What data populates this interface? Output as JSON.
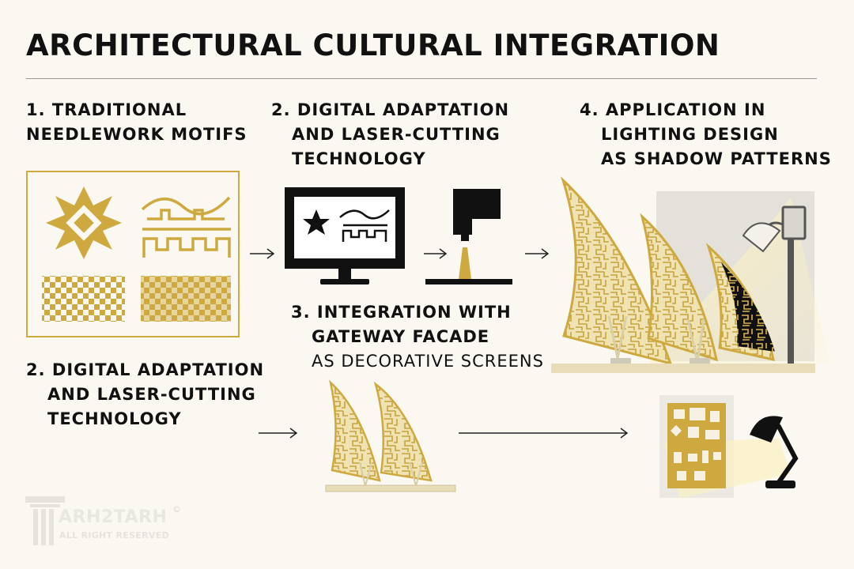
{
  "title": "ARCHITECTURAL CULTURAL INTEGRATION",
  "steps": {
    "s1": {
      "line1": "1. TRADITIONAL",
      "line2": "NEEDLEWORK MOTIFS"
    },
    "s2a": {
      "line1": "2. DIGITAL ADAPTATION",
      "line2": "AND LASER-CUTTING",
      "line3": "TECHNOLOGY"
    },
    "s4": {
      "line1": "4. APPLICATION IN",
      "line2": "LIGHTING DESIGN",
      "line3": "AS SHADOW PATTERNS"
    },
    "s3": {
      "line1": "3. INTEGRATION WITH",
      "line2": "GATEWAY FACADE",
      "line3": "AS DECORATIVE SCREENS"
    },
    "s2b": {
      "line1": "2. DIGITAL ADAPTATION",
      "line2": "AND LASER-CUTTING",
      "line3": "TECHNOLOGY"
    }
  },
  "logo": {
    "main": "ARH2TARH",
    "sub": "ALL RIGHT RESERVED",
    "mark": "©"
  },
  "colors": {
    "gold": "#cda93f",
    "goldLight": "#efe3b4",
    "ink": "#111111",
    "background": "#faf8f1"
  },
  "icons": [
    "star-motif-icon",
    "wave-motif-icon",
    "checker-motif-icon",
    "monitor-icon",
    "laser-cutter-icon",
    "arrow-right-icon",
    "sail-screen-icon",
    "lamp-icon"
  ]
}
